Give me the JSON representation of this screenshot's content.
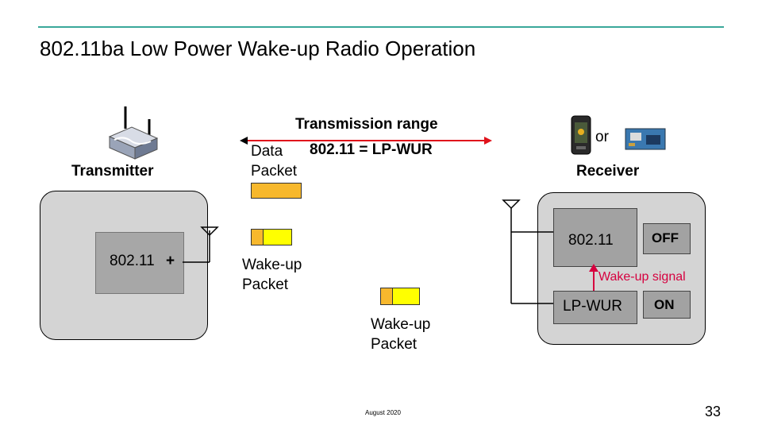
{
  "title": "802.11ba Low Power Wake-up Radio Operation",
  "transmitter": {
    "label": "Transmitter",
    "radio_label": "802.11",
    "plus": "+"
  },
  "range": {
    "title": "Transmission range",
    "equation": "802.11 = LP-WUR"
  },
  "packets": {
    "data_line1": "Data",
    "data_line2": "Packet",
    "wakeup1_line1": "Wake-up",
    "wakeup1_line2": "Packet",
    "wakeup2_line1": "Wake-up",
    "wakeup2_line2": "Packet"
  },
  "receiver": {
    "label": "Receiver",
    "or": "or",
    "radio_label": "802.11",
    "radio_state": "OFF",
    "wur_label": "LP-WUR",
    "wur_state": "ON",
    "signal_label": "Wake-up signal"
  },
  "colors": {
    "accent_rule": "#3aa89a",
    "range_arrow": "#e0121b",
    "signal": "#d6003f",
    "packet_orange": "#f7b82d",
    "packet_yellow": "#ffff00"
  },
  "footer": {
    "date": "August 2020",
    "page": "33"
  }
}
